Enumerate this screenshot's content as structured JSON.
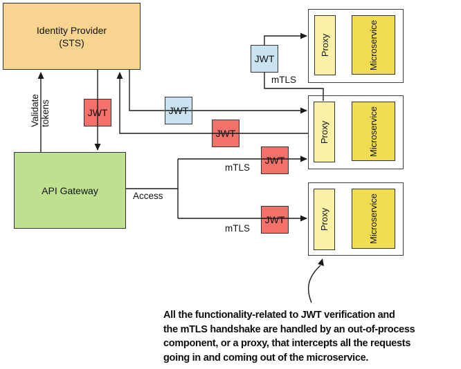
{
  "diagram": {
    "identity_provider": {
      "line1": "Identity Provider",
      "line2": "(STS)"
    },
    "api_gateway": {
      "label": "API Gateway"
    },
    "labels": {
      "validate_line1": "Validate",
      "validate_line2": "tokens",
      "access": "Access",
      "mtls_top": "mTLS",
      "mtls_middle": "mTLS",
      "mtls_bottom": "mTLS"
    },
    "jwt_boxes": [
      {
        "label": "JWT",
        "variant": "red"
      },
      {
        "label": "JWT",
        "variant": "blue"
      },
      {
        "label": "JWT",
        "variant": "blue"
      },
      {
        "label": "JWT",
        "variant": "red"
      },
      {
        "label": "JWT",
        "variant": "red"
      },
      {
        "label": "JWT",
        "variant": "red"
      }
    ],
    "microservices": [
      {
        "proxy": "Proxy",
        "service": "Microservice"
      },
      {
        "proxy": "Proxy",
        "service": "Microservice"
      },
      {
        "proxy": "Proxy",
        "service": "Microservice"
      }
    ],
    "annotation": {
      "line1": "All the functionality-related to JWT verification and",
      "line2": "the mTLS handshake are handled by an out-of-process",
      "line3": "component, or a proxy, that intercepts all the requests",
      "line4": "going in and coming out of the microservice."
    }
  },
  "colors": {
    "identity_provider_fill": "#F8D491",
    "api_gateway_fill": "#BFE08E",
    "jwt_red_fill": "#F3716B",
    "jwt_blue_fill": "#C9E4F0",
    "proxy_fill": "#F8F1A6",
    "microservice_fill": "#F1DC52",
    "line_color": "#1A1A1A",
    "background": "#FFFFFF"
  }
}
